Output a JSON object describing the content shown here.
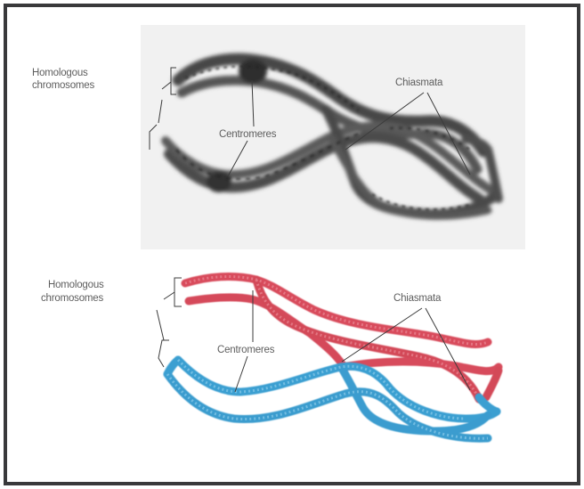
{
  "micrograph": {
    "labels": {
      "homologous_line1": "Homologous",
      "homologous_line2": "chromosomes",
      "centromeres": "Centromeres",
      "chiasmata": "Chiasmata"
    },
    "colors": {
      "background": "#f1f1f1",
      "chromatin": "#3a3a3a"
    }
  },
  "illustration": {
    "labels": {
      "homologous_line1": "Homologous",
      "homologous_line2": "chromosomes",
      "centromeres": "Centromeres",
      "chiasmata": "Chiasmata"
    },
    "colors": {
      "red_chromosome": "#d9485a",
      "blue_chromosome": "#3a9fd0"
    }
  },
  "frame": {
    "border_color": "#39393b"
  }
}
